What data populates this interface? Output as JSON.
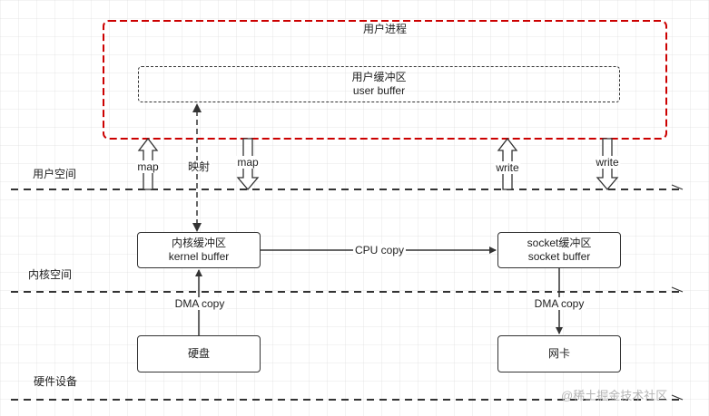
{
  "process": {
    "title": "用户进程",
    "user_buffer_cn": "用户缓冲区",
    "user_buffer_en": "user buffer"
  },
  "spaces": {
    "user_space": "用户空间",
    "kernel_space": "内核空间",
    "hardware": "硬件设备"
  },
  "boxes": {
    "kernel_buffer_cn": "内核缓冲区",
    "kernel_buffer_en": "kernel buffer",
    "socket_buffer_cn": "socket缓冲区",
    "socket_buffer_en": "socket buffer",
    "disk": "硬盘",
    "nic": "网卡"
  },
  "arrows": {
    "map_up": "map",
    "mapping": "映射",
    "map_down": "map",
    "write_up": "write",
    "write_down": "write",
    "cpu_copy": "CPU copy",
    "dma_copy_left": "DMA copy",
    "dma_copy_right": "DMA copy"
  },
  "watermark": "@稀土掘金技术社区",
  "colors": {
    "process_border": "#cc0000",
    "line": "#333333",
    "watermark": "#b5b5b5"
  }
}
